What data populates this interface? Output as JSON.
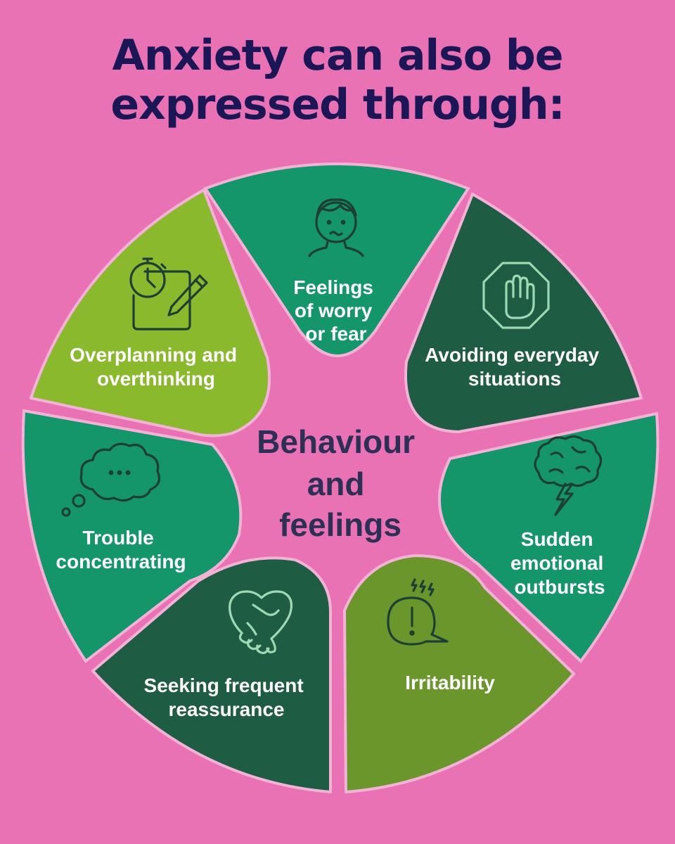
{
  "title": {
    "line1": "Anxiety can also be",
    "line2": "expressed through:"
  },
  "center": {
    "line1": "Behaviour",
    "line2": "and",
    "line3": "feelings"
  },
  "segments": [
    {
      "id": "worry",
      "lines": [
        "Feelings",
        "of worry",
        "or fear"
      ],
      "icon": "worried-face-icon",
      "color": "#14956a"
    },
    {
      "id": "avoid",
      "lines": [
        "Avoiding everyday",
        "situations"
      ],
      "icon": "stop-hand-icon",
      "color": "#1e5c43"
    },
    {
      "id": "outbursts",
      "lines": [
        "Sudden",
        "emotional",
        "outbursts"
      ],
      "icon": "brain-lightning-icon",
      "color": "#14956a"
    },
    {
      "id": "irritability",
      "lines": [
        "Irritability"
      ],
      "icon": "exclamation-bubble-icon",
      "color": "#6b962c"
    },
    {
      "id": "reassurance",
      "lines": [
        "Seeking frequent",
        "reassurance"
      ],
      "icon": "handshake-icon",
      "color": "#1e5c43"
    },
    {
      "id": "concentrating",
      "lines": [
        "Trouble",
        "concentrating"
      ],
      "icon": "thought-cloud-icon",
      "color": "#14956a"
    },
    {
      "id": "overplanning",
      "lines": [
        "Overplanning and",
        "overthinking"
      ],
      "icon": "stopwatch-notepad-icon",
      "color": "#8ab92d"
    }
  ],
  "colors": {
    "background": "#e872b4",
    "title": "#1c1656",
    "center_text": "#2d2f55"
  }
}
